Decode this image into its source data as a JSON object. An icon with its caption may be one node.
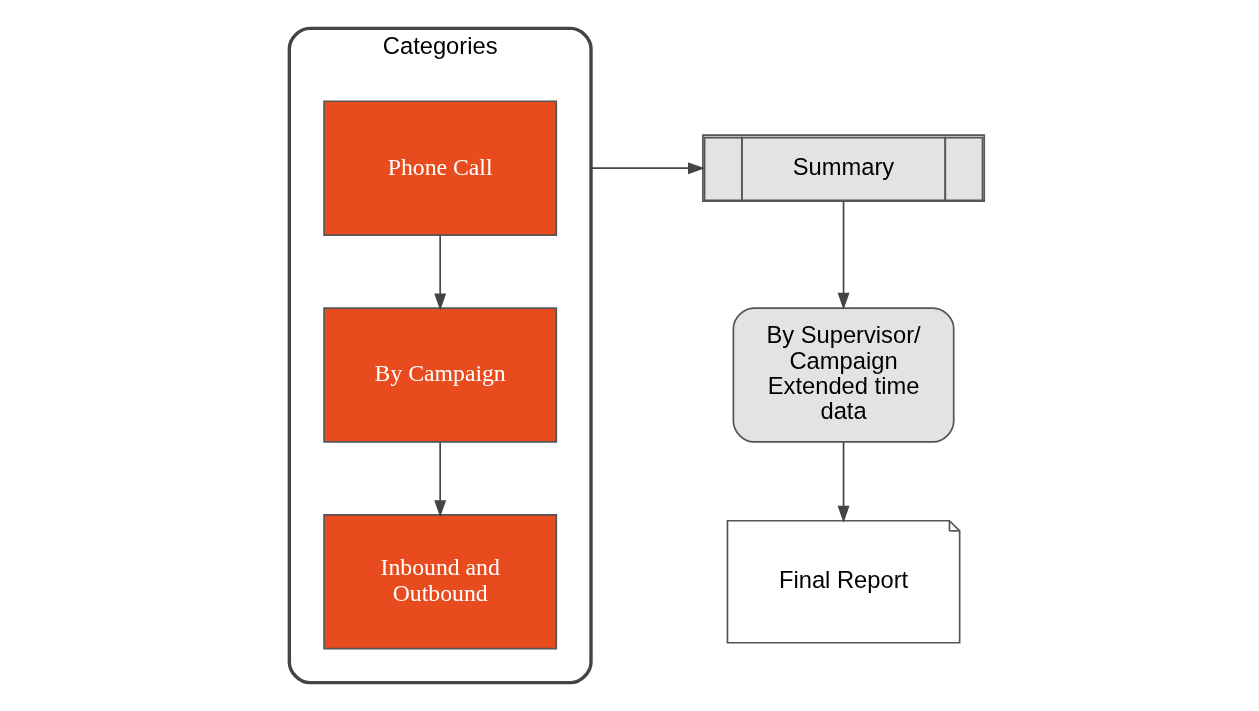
{
  "diagram": {
    "nodes": [
      {
        "text": [
          "Categories"
        ]
      },
      {
        "text": [
          "Phone Call"
        ],
        "in": 0
      },
      {
        "text": [
          "By Campaign"
        ],
        "in": 0
      },
      {
        "text": [
          "Inbound and Outbound"
        ],
        "in": 0
      },
      {
        "text": [
          "Summary"
        ]
      },
      {
        "text": [
          "By Supervisor/ Campaign Extended time data"
        ]
      },
      {
        "text": [
          "Final Report"
        ]
      }
    ],
    "edges": [
      {
        "from": 1,
        "to": 2,
        "arrow": "to"
      },
      {
        "from": 2,
        "to": 3,
        "arrow": "to"
      },
      {
        "from": 0,
        "to": 4,
        "arrow": "to"
      },
      {
        "from": 4,
        "to": 5,
        "arrow": "to"
      },
      {
        "from": 5,
        "to": 6,
        "arrow": "to"
      }
    ]
  }
}
